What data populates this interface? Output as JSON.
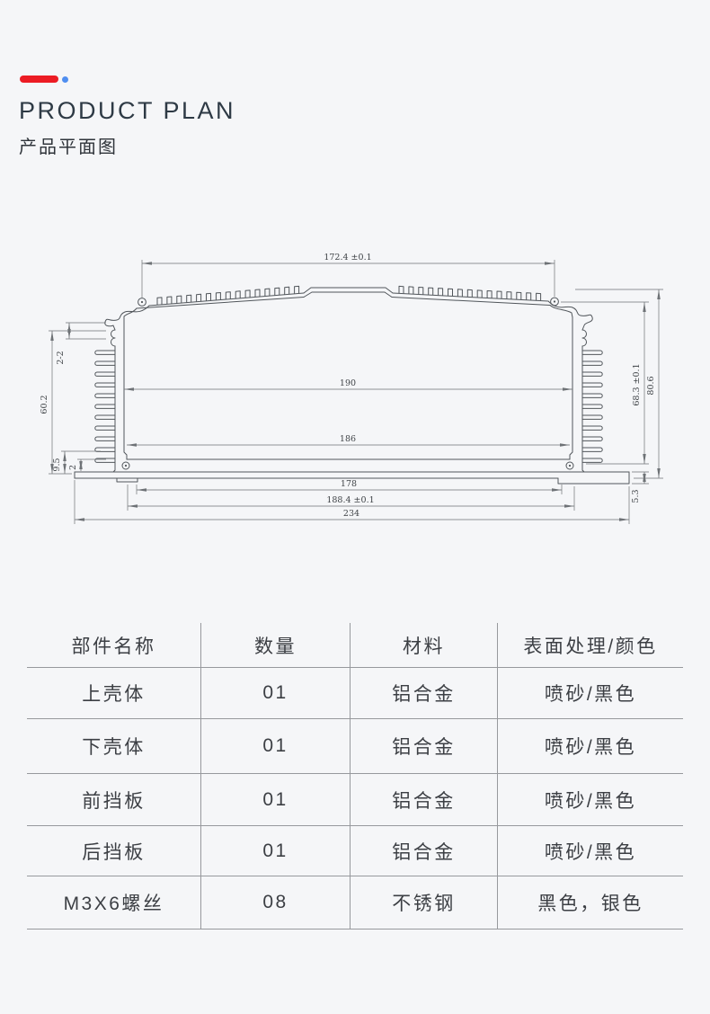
{
  "header": {
    "title_en": "PRODUCT PLAN",
    "title_cn": "产品平面图",
    "accent_red": "#ec1c24",
    "accent_blue": "#4f8ef0"
  },
  "drawing": {
    "description": "aluminium-extrusion-enclosure-cross-section",
    "profile_color": "#51565b",
    "dim_color": "#6e7276",
    "text_color": "#3f4347",
    "dimensions": {
      "top_width": "172.4 ±0.1",
      "inner_width_upper": "190",
      "inner_width_lower": "186",
      "bottom_inner": "178",
      "bottom_mid": "188.4 ±0.1",
      "overall_width": "234",
      "inner_height": "68.3 ±0.1",
      "overall_height": "80.6",
      "base_step": "5.3",
      "fin_pitch": "2-2",
      "side_height": "60.2",
      "foot_height": "9.5",
      "foot_thickness": "2"
    }
  },
  "table": {
    "headers": [
      "部件名称",
      "数量",
      "材料",
      "表面处理/颜色"
    ],
    "rows": [
      [
        "上壳体",
        "01",
        "铝合金",
        "喷砂/黑色"
      ],
      [
        "下壳体",
        "01",
        "铝合金",
        "喷砂/黑色"
      ],
      [
        "前挡板",
        "01",
        "铝合金",
        "喷砂/黑色"
      ],
      [
        "后挡板",
        "01",
        "铝合金",
        "喷砂/黑色"
      ],
      [
        "M3X6螺丝",
        "08",
        "不锈钢",
        "黑色，银色"
      ]
    ]
  }
}
